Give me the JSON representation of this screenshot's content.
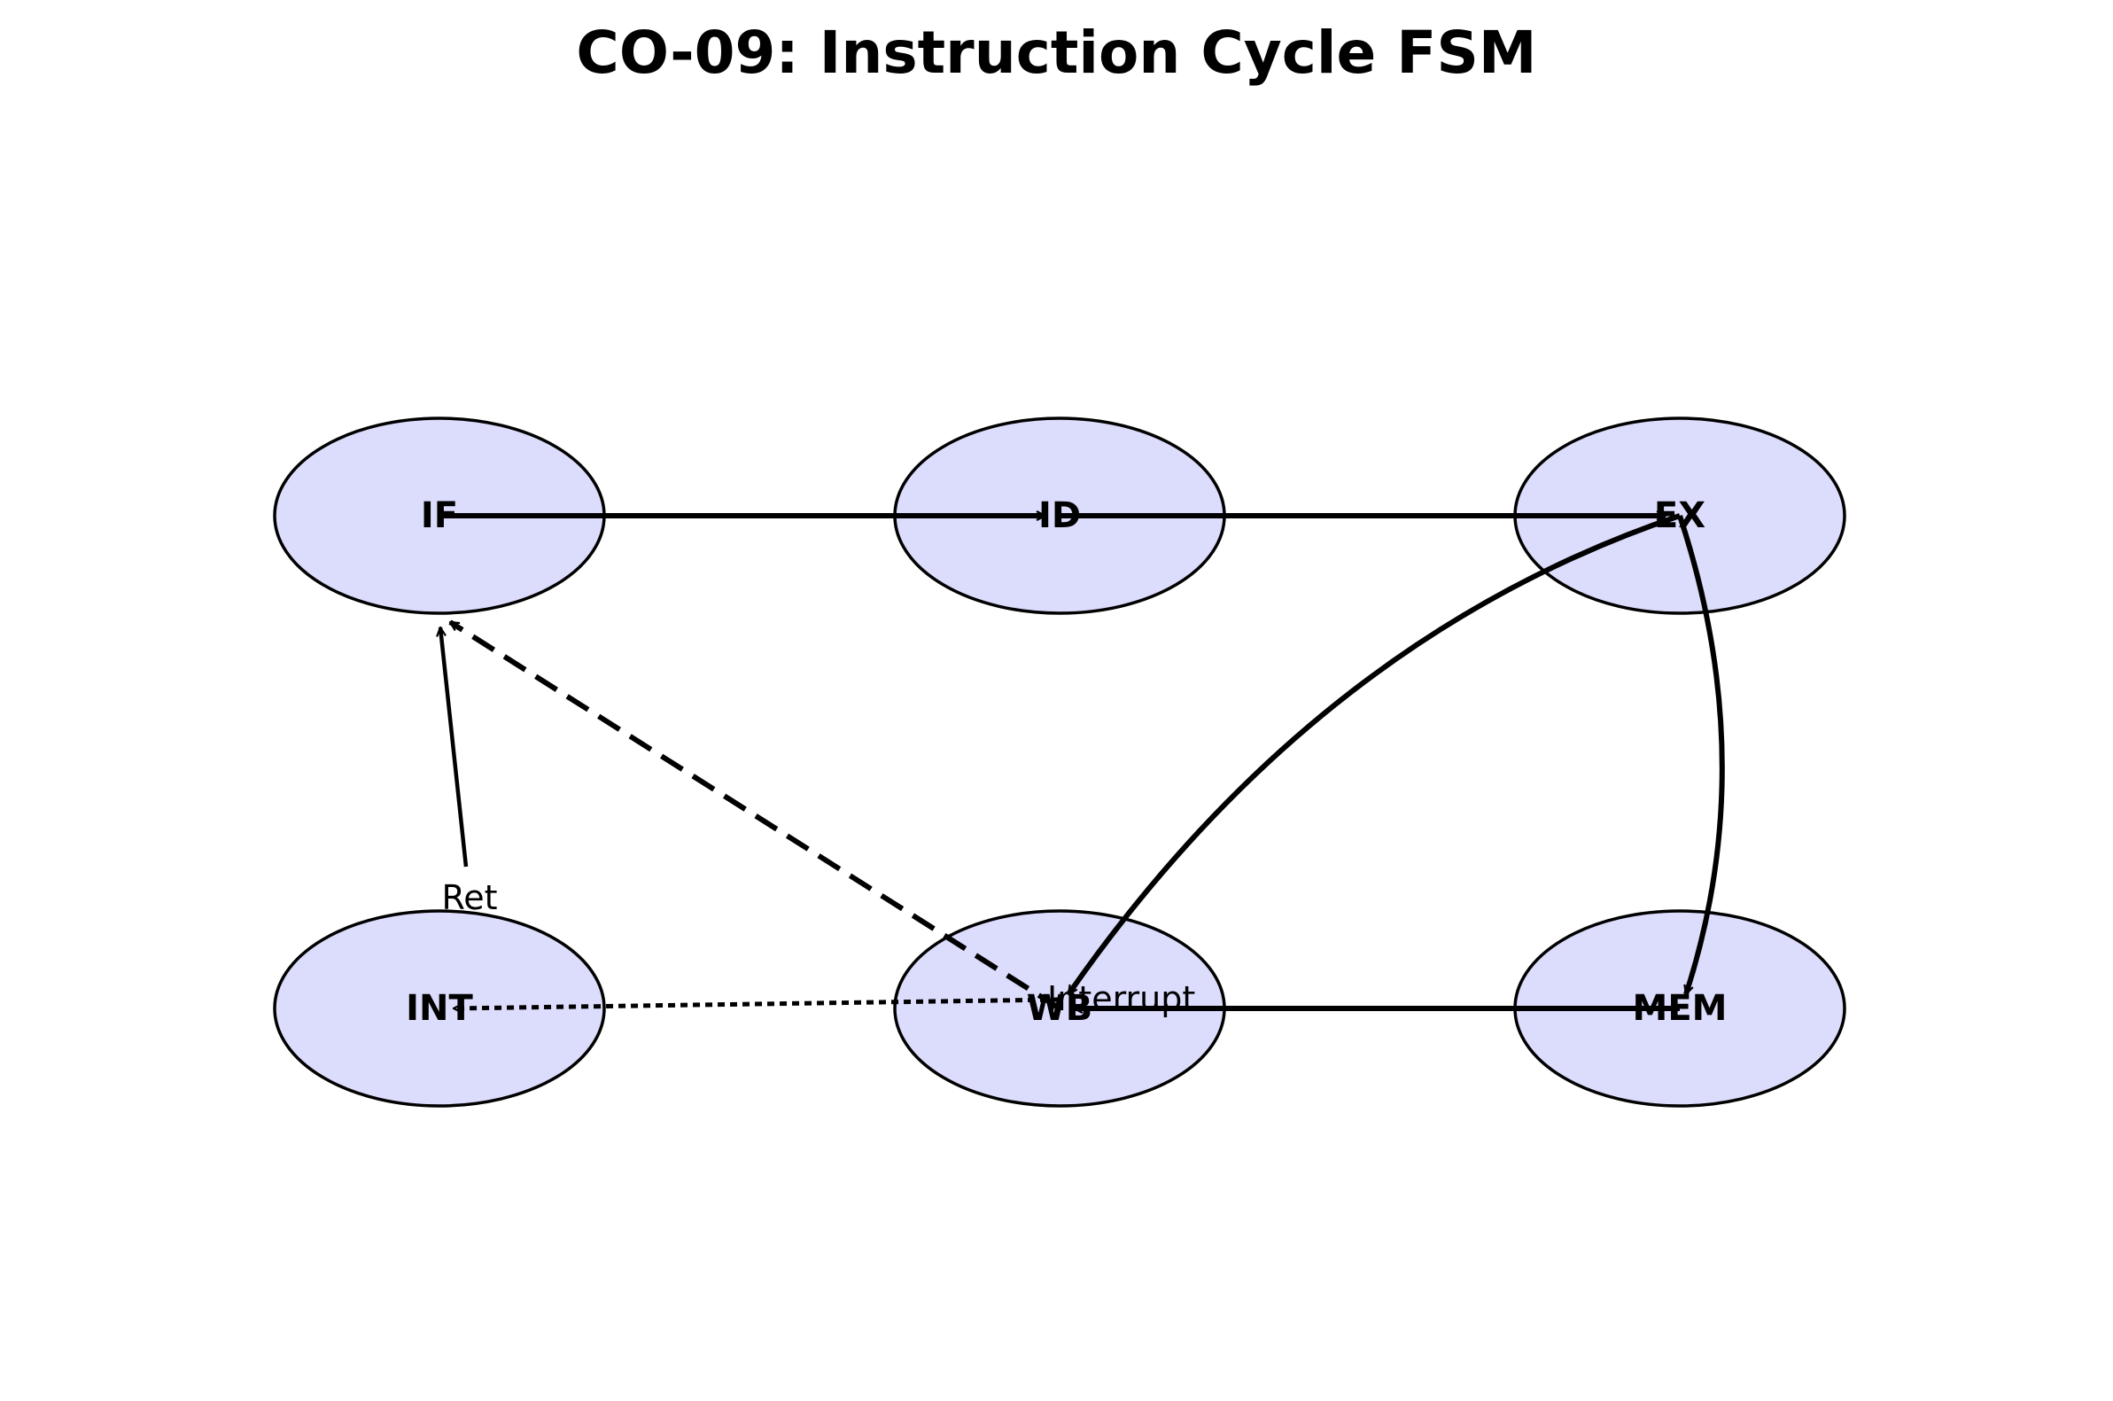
{
  "title": "CO-09: Instruction Cycle FSM",
  "colors": {
    "state_fill": "#dcdcfc",
    "stroke": "#000000",
    "background": "#ffffff"
  },
  "states": [
    {
      "id": "IF",
      "label": "IF"
    },
    {
      "id": "ID",
      "label": "ID"
    },
    {
      "id": "EX",
      "label": "EX"
    },
    {
      "id": "INT",
      "label": "INT"
    },
    {
      "id": "WB",
      "label": "WB"
    },
    {
      "id": "MEM",
      "label": "MEM"
    }
  ],
  "transitions": [
    {
      "from": "IF",
      "to": "ID",
      "style": "solid",
      "label": ""
    },
    {
      "from": "ID",
      "to": "EX",
      "style": "solid",
      "label": ""
    },
    {
      "from": "EX",
      "to": "MEM",
      "style": "solid-curved",
      "label": ""
    },
    {
      "from": "EX",
      "to": "WB",
      "style": "solid-curved",
      "label": ""
    },
    {
      "from": "MEM",
      "to": "WB",
      "style": "solid",
      "label": ""
    },
    {
      "from": "WB",
      "to": "IF",
      "style": "dashed",
      "label": ""
    },
    {
      "from": "WB",
      "to": "INT",
      "style": "dotted",
      "label": "Interrupt"
    },
    {
      "from": "INT",
      "to": "IF",
      "style": "solid-thin",
      "label": "Ret"
    }
  ]
}
